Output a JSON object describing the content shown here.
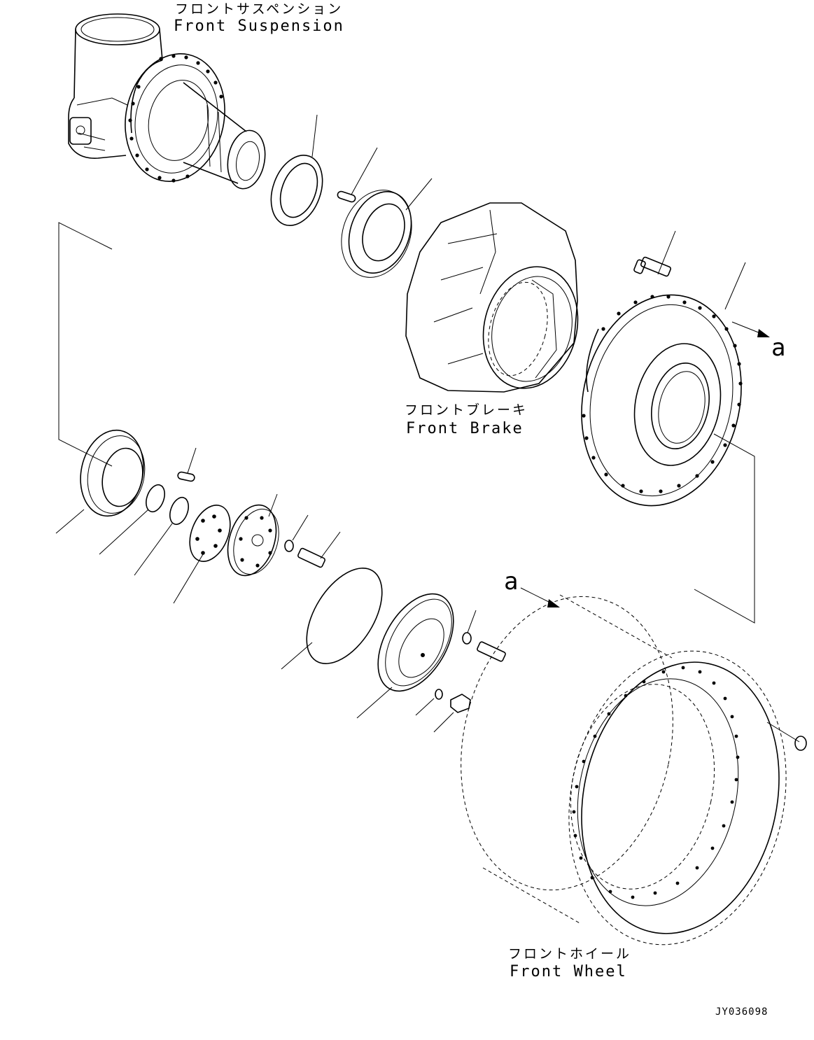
{
  "labels": {
    "front_suspension_jp": "フロントサスペンション",
    "front_suspension_en": "Front Suspension",
    "front_brake_jp": "フロントブレーキ",
    "front_brake_en": "Front Brake",
    "front_wheel_jp": "フロントホイール",
    "front_wheel_en": "Front Wheel",
    "ref_a_1": "a",
    "ref_a_2": "a",
    "drawing_code": "JY036098"
  }
}
